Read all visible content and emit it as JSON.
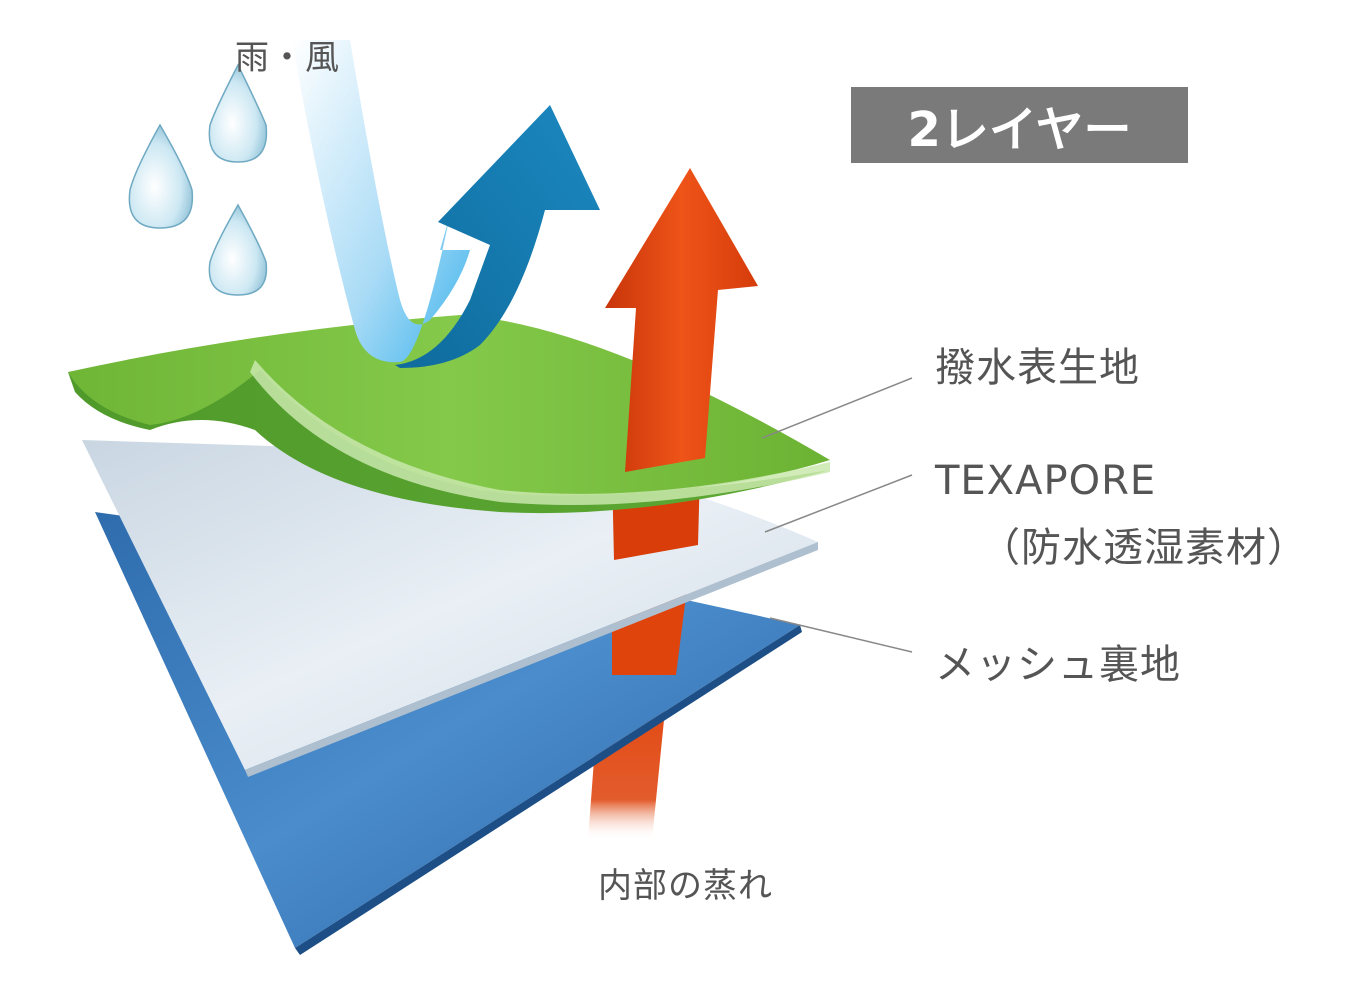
{
  "badge": {
    "text": "2レイヤー"
  },
  "labels": {
    "rain_wind": "雨・風",
    "outer_fabric": "撥水表生地",
    "membrane_name": "TEXAPORE",
    "membrane_desc": "（防水透湿素材）",
    "mesh_lining": "メッシュ裏地",
    "inner_vapor": "内部の蒸れ"
  },
  "colors": {
    "outer_fabric": "#7dc242",
    "membrane": "#dfe8f0",
    "mesh_lining": "#3f7fbf",
    "vapor_arrow": "#e0430f",
    "deflect_arrow": "#1670a0",
    "rain_arrow": "#bfe3f7",
    "badge_bg": "#7a7a7a",
    "label_text": "#555555"
  },
  "icons": [
    "water-drop-icon",
    "water-drop-icon",
    "water-drop-icon"
  ]
}
